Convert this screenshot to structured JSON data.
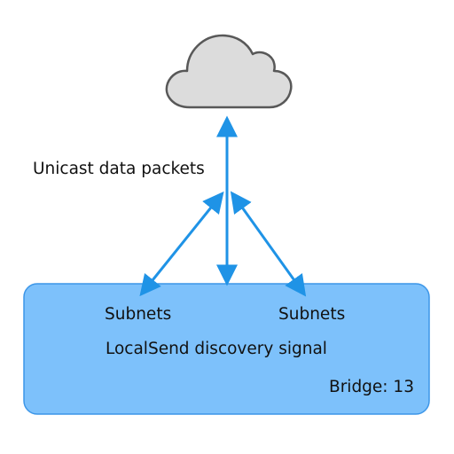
{
  "diagram": {
    "cloud_label": "Unicast data packets",
    "network": {
      "subnet_left": "Subnets",
      "subnet_right": "Subnets",
      "signal_label": "LocalSend discovery signal",
      "bridge_label": "Bridge: 13"
    }
  },
  "colors": {
    "network_fill": "#7dc1fb",
    "network_stroke": "#3c96e8",
    "arrow": "#1f93e6",
    "cloud_fill": "#dcdcdc",
    "cloud_stroke": "#585858"
  }
}
